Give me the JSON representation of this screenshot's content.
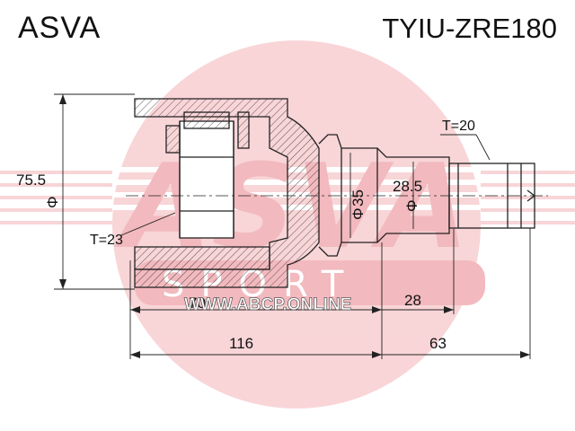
{
  "header": {
    "brand": "ASVA",
    "part_number": "TYIU-ZRE180"
  },
  "watermark": {
    "logo": "ASVA",
    "sub": "SPORT",
    "url": "WWW.ABCP.ONLINE",
    "color": "#e8808a"
  },
  "dimensions": {
    "outer_diameter": "75.5",
    "phi": "Φ",
    "spline_teeth_inner": "T=23",
    "spline_teeth_shaft": "T=20",
    "neck_diameter": "35",
    "shaft_diameter": "28.5",
    "length_70": "70",
    "length_28": "28",
    "length_116": "116",
    "length_63": "63"
  }
}
